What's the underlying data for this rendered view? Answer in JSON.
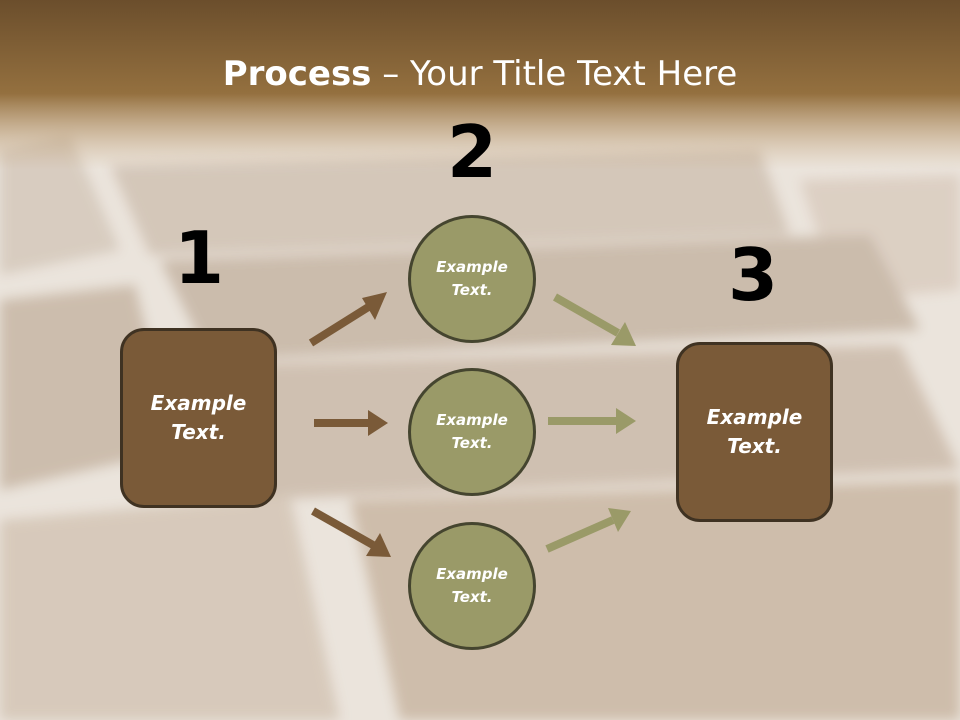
{
  "title": {
    "bold": "Process",
    "rest": " – Your Title Text Here"
  },
  "steps": {
    "one": "1",
    "two": "2",
    "three": "3"
  },
  "left_box": {
    "text": "Example Text."
  },
  "circles": [
    {
      "text": "Example Text."
    },
    {
      "text": "Example Text."
    },
    {
      "text": "Example Text."
    }
  ],
  "right_box": {
    "text": "Example Text."
  },
  "colors": {
    "box_fill": "#7a5a38",
    "circle_fill": "#9a9a68",
    "left_arrow": "#7a5a38",
    "right_arrow": "#9a9a68",
    "title_band": "#8a6a40"
  }
}
